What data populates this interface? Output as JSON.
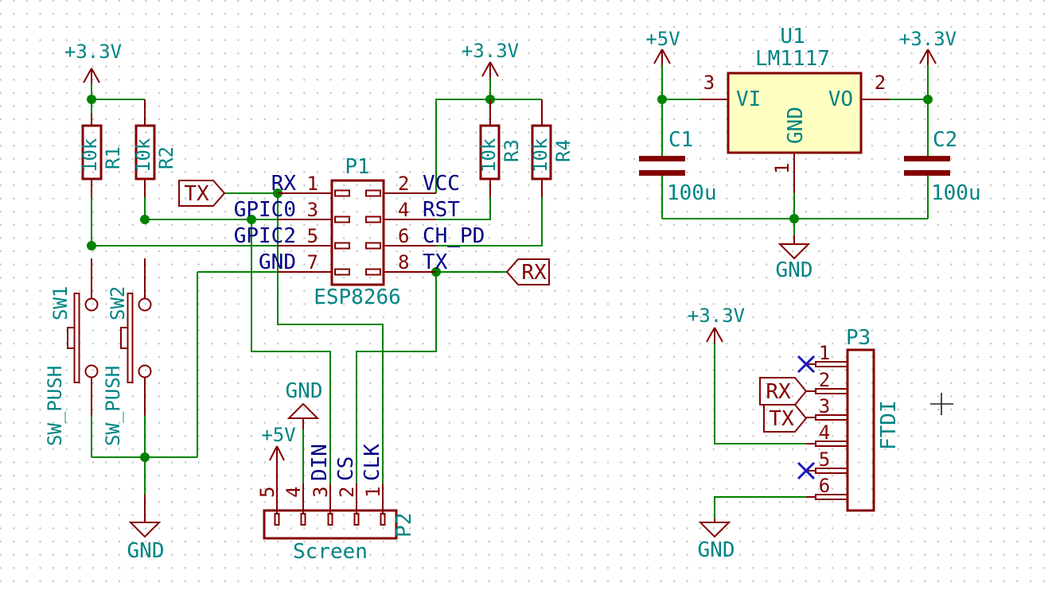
{
  "power": {
    "v33": "+3.3V",
    "v5": "+5V",
    "gnd": "GND"
  },
  "flags": {
    "tx": "TX",
    "rx": "RX"
  },
  "p1": {
    "ref": "P1",
    "value": "ESP8266",
    "left": [
      {
        "num": "1",
        "name": "RX"
      },
      {
        "num": "3",
        "name": "GPIC0"
      },
      {
        "num": "5",
        "name": "GPIC2"
      },
      {
        "num": "7",
        "name": "GND"
      }
    ],
    "right": [
      {
        "num": "2",
        "name": "VCC"
      },
      {
        "num": "4",
        "name": "RST"
      },
      {
        "num": "6",
        "name": "CH_PD"
      },
      {
        "num": "8",
        "name": "TX"
      }
    ]
  },
  "p2": {
    "ref": "P2",
    "value": "Screen",
    "pins": [
      {
        "num": "5",
        "name": ""
      },
      {
        "num": "4",
        "name": ""
      },
      {
        "num": "3",
        "name": "DIN"
      },
      {
        "num": "2",
        "name": "CS"
      },
      {
        "num": "1",
        "name": "CLK"
      }
    ]
  },
  "p3": {
    "ref": "P3",
    "value": "FTDI",
    "pins": [
      "1",
      "2",
      "3",
      "4",
      "5",
      "6"
    ]
  },
  "u1": {
    "ref": "U1",
    "value": "LM1117",
    "vi": "VI",
    "vo": "VO",
    "gnd": "GND",
    "n_vi": "3",
    "n_vo": "2",
    "n_gnd": "1"
  },
  "r": [
    {
      "ref": "R1",
      "value": "10k"
    },
    {
      "ref": "R2",
      "value": "10k"
    },
    {
      "ref": "R3",
      "value": "10k"
    },
    {
      "ref": "R4",
      "value": "10k"
    }
  ],
  "c": [
    {
      "ref": "C1",
      "value": "100u"
    },
    {
      "ref": "C2",
      "value": "100u"
    }
  ],
  "sw": [
    {
      "ref": "SW1",
      "value": "SW_PUSH"
    },
    {
      "ref": "SW2",
      "value": "SW_PUSH"
    }
  ],
  "colors": {
    "wire": "#008400",
    "component": "#840000",
    "field": "#008484",
    "net_label": "#000084",
    "no_connect": "#1a1ab8",
    "ic_fill": "#ffffc2"
  }
}
